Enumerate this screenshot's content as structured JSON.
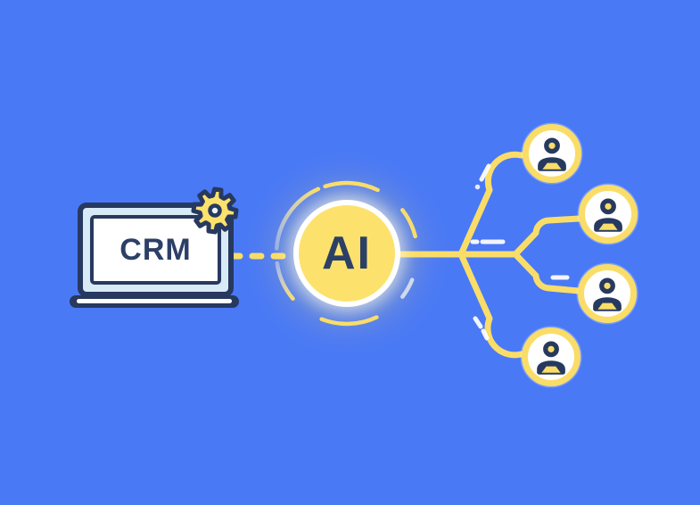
{
  "laptop": {
    "screen_label": "CRM"
  },
  "ai_node": {
    "label": "AI"
  },
  "users": {
    "count": 4
  },
  "icons": {
    "laptop": "laptop-icon",
    "gear": "gear-icon",
    "ai_circle": "ai-node",
    "user": "user-icon"
  },
  "colors": {
    "background": "#4a79f6",
    "yellow": "#f9dd68",
    "yellow_bright": "#fce26d",
    "navy": "#27395f",
    "navy_text": "#2c4066",
    "bezel": "#d8eaf6",
    "white": "#ffffff"
  }
}
